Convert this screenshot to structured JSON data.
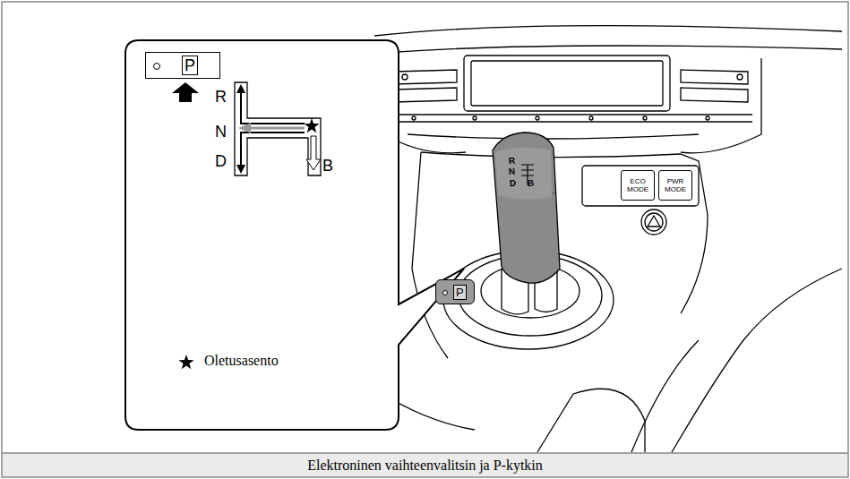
{
  "diagram": {
    "caption": "Elektroninen vaihteenvalitsin ja P-kytkin",
    "nodes": [
      {
        "text": [
          "R",
          "N",
          "D",
          "B",
          "Oletusasento"
        ]
      },
      {
        "text": [
          "P"
        ],
        "in": 0
      },
      {
        "text": [
          "P"
        ]
      },
      {
        "text": [
          "ECO MODE"
        ]
      },
      {
        "text": [
          "PWR MODE"
        ]
      }
    ],
    "labels": [
      "R",
      "N",
      "D",
      "B"
    ]
  }
}
